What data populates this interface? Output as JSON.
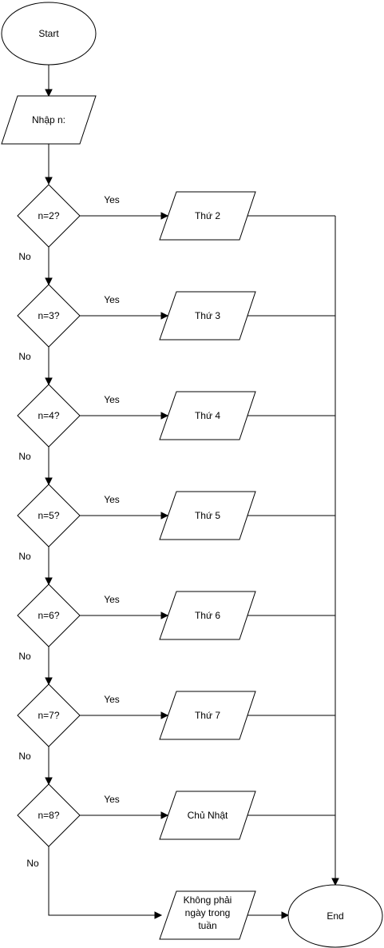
{
  "diagram": {
    "start": "Start",
    "input": "Nhập n:",
    "end": "End",
    "decisions": [
      {
        "condition": "n=2?",
        "yes_label": "Yes",
        "no_label": "No",
        "output": "Thứ 2"
      },
      {
        "condition": "n=3?",
        "yes_label": "Yes",
        "no_label": "No",
        "output": "Thứ 3"
      },
      {
        "condition": "n=4?",
        "yes_label": "Yes",
        "no_label": "No",
        "output": "Thứ 4"
      },
      {
        "condition": "n=5?",
        "yes_label": "Yes",
        "no_label": "No",
        "output": "Thứ 5"
      },
      {
        "condition": "n=6?",
        "yes_label": "Yes",
        "no_label": "No",
        "output": "Thứ 6"
      },
      {
        "condition": "n=7?",
        "yes_label": "Yes",
        "no_label": "No",
        "output": "Thứ 7"
      },
      {
        "condition": "n=8?",
        "yes_label": "Yes",
        "no_label": "No",
        "output": "Chủ Nhật"
      }
    ],
    "fallback_output": [
      "Không phải",
      "ngày trong",
      "tuần"
    ],
    "colors": {
      "stroke": "#000000",
      "fill": "#ffffff"
    }
  }
}
